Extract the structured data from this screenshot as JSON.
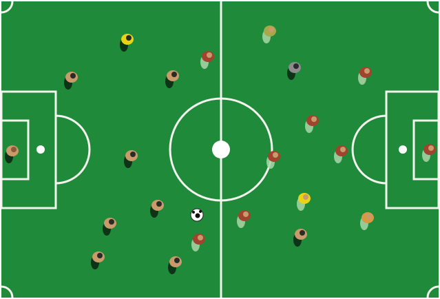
{
  "scene": {
    "subject": "top-down-football-pitch",
    "colors": {
      "pitch": "#1e8a3a",
      "pitch_edge": "#17763a",
      "lines": "#f4f4ee",
      "shadow": "#0b2a14",
      "light_shadow": "#a9d6a8",
      "ball_white": "#ffffff",
      "ball_black": "#111111"
    }
  },
  "players": [
    {
      "role": "goalkeeper",
      "team": "left",
      "body": "#c99a6a",
      "head": "#8a5a3a",
      "shadow": "dark"
    },
    {
      "role": "outfield",
      "team": "left",
      "body": "#e8d415",
      "head": "#2a2a2a",
      "shadow": "dark"
    },
    {
      "role": "outfield",
      "team": "left",
      "body": "#c99a6a",
      "head": "#2a2a2a",
      "shadow": "dark"
    },
    {
      "role": "outfield",
      "team": "left",
      "body": "#c99a6a",
      "head": "#2a2a2a",
      "shadow": "dark"
    },
    {
      "role": "outfield",
      "team": "left",
      "body": "#c99a6a",
      "head": "#2a2a2a",
      "shadow": "dark"
    },
    {
      "role": "outfield",
      "team": "left",
      "body": "#c99a6a",
      "head": "#2a2a2a",
      "shadow": "dark"
    },
    {
      "role": "outfield",
      "team": "left",
      "body": "#c99a6a",
      "head": "#2a2a2a",
      "shadow": "dark"
    },
    {
      "role": "outfield",
      "team": "left",
      "body": "#c99a6a",
      "head": "#2a2a2a",
      "shadow": "dark"
    },
    {
      "role": "outfield",
      "team": "left",
      "body": "#c99a6a",
      "head": "#2a2a2a",
      "shadow": "dark"
    },
    {
      "role": "outfield",
      "team": "right",
      "body": "#a0432f",
      "head": "#c99a6a",
      "shadow": "light"
    },
    {
      "role": "outfield",
      "team": "right",
      "body": "#a6a84a",
      "head": "#c99a6a",
      "shadow": "light"
    },
    {
      "role": "outfield",
      "team": "right",
      "body": "#8c8c8c",
      "head": "#2a2a2a",
      "shadow": "dark"
    },
    {
      "role": "outfield",
      "team": "right",
      "body": "#a0432f",
      "head": "#c99a6a",
      "shadow": "light"
    },
    {
      "role": "outfield",
      "team": "right",
      "body": "#a0432f",
      "head": "#c99a6a",
      "shadow": "light"
    },
    {
      "role": "outfield",
      "team": "right",
      "body": "#a0432f",
      "head": "#c99a6a",
      "shadow": "light"
    },
    {
      "role": "outfield",
      "team": "right",
      "body": "#a0432f",
      "head": "#c99a6a",
      "shadow": "light"
    },
    {
      "role": "outfield",
      "team": "right",
      "body": "#e8d415",
      "head": "#c99a6a",
      "shadow": "light"
    },
    {
      "role": "outfield",
      "team": "right",
      "body": "#a0432f",
      "head": "#c99a6a",
      "shadow": "light"
    },
    {
      "role": "outfield",
      "team": "right",
      "body": "#d89a40",
      "head": "#c99a6a",
      "shadow": "light"
    },
    {
      "role": "outfield",
      "team": "left",
      "body": "#c99a6a",
      "head": "#2a2a2a",
      "shadow": "dark"
    },
    {
      "role": "outfield",
      "team": "right",
      "body": "#a0432f",
      "head": "#c99a6a",
      "shadow": "light"
    },
    {
      "role": "goalkeeper",
      "team": "right",
      "body": "#a0432f",
      "head": "#c99a6a",
      "shadow": "light"
    }
  ]
}
